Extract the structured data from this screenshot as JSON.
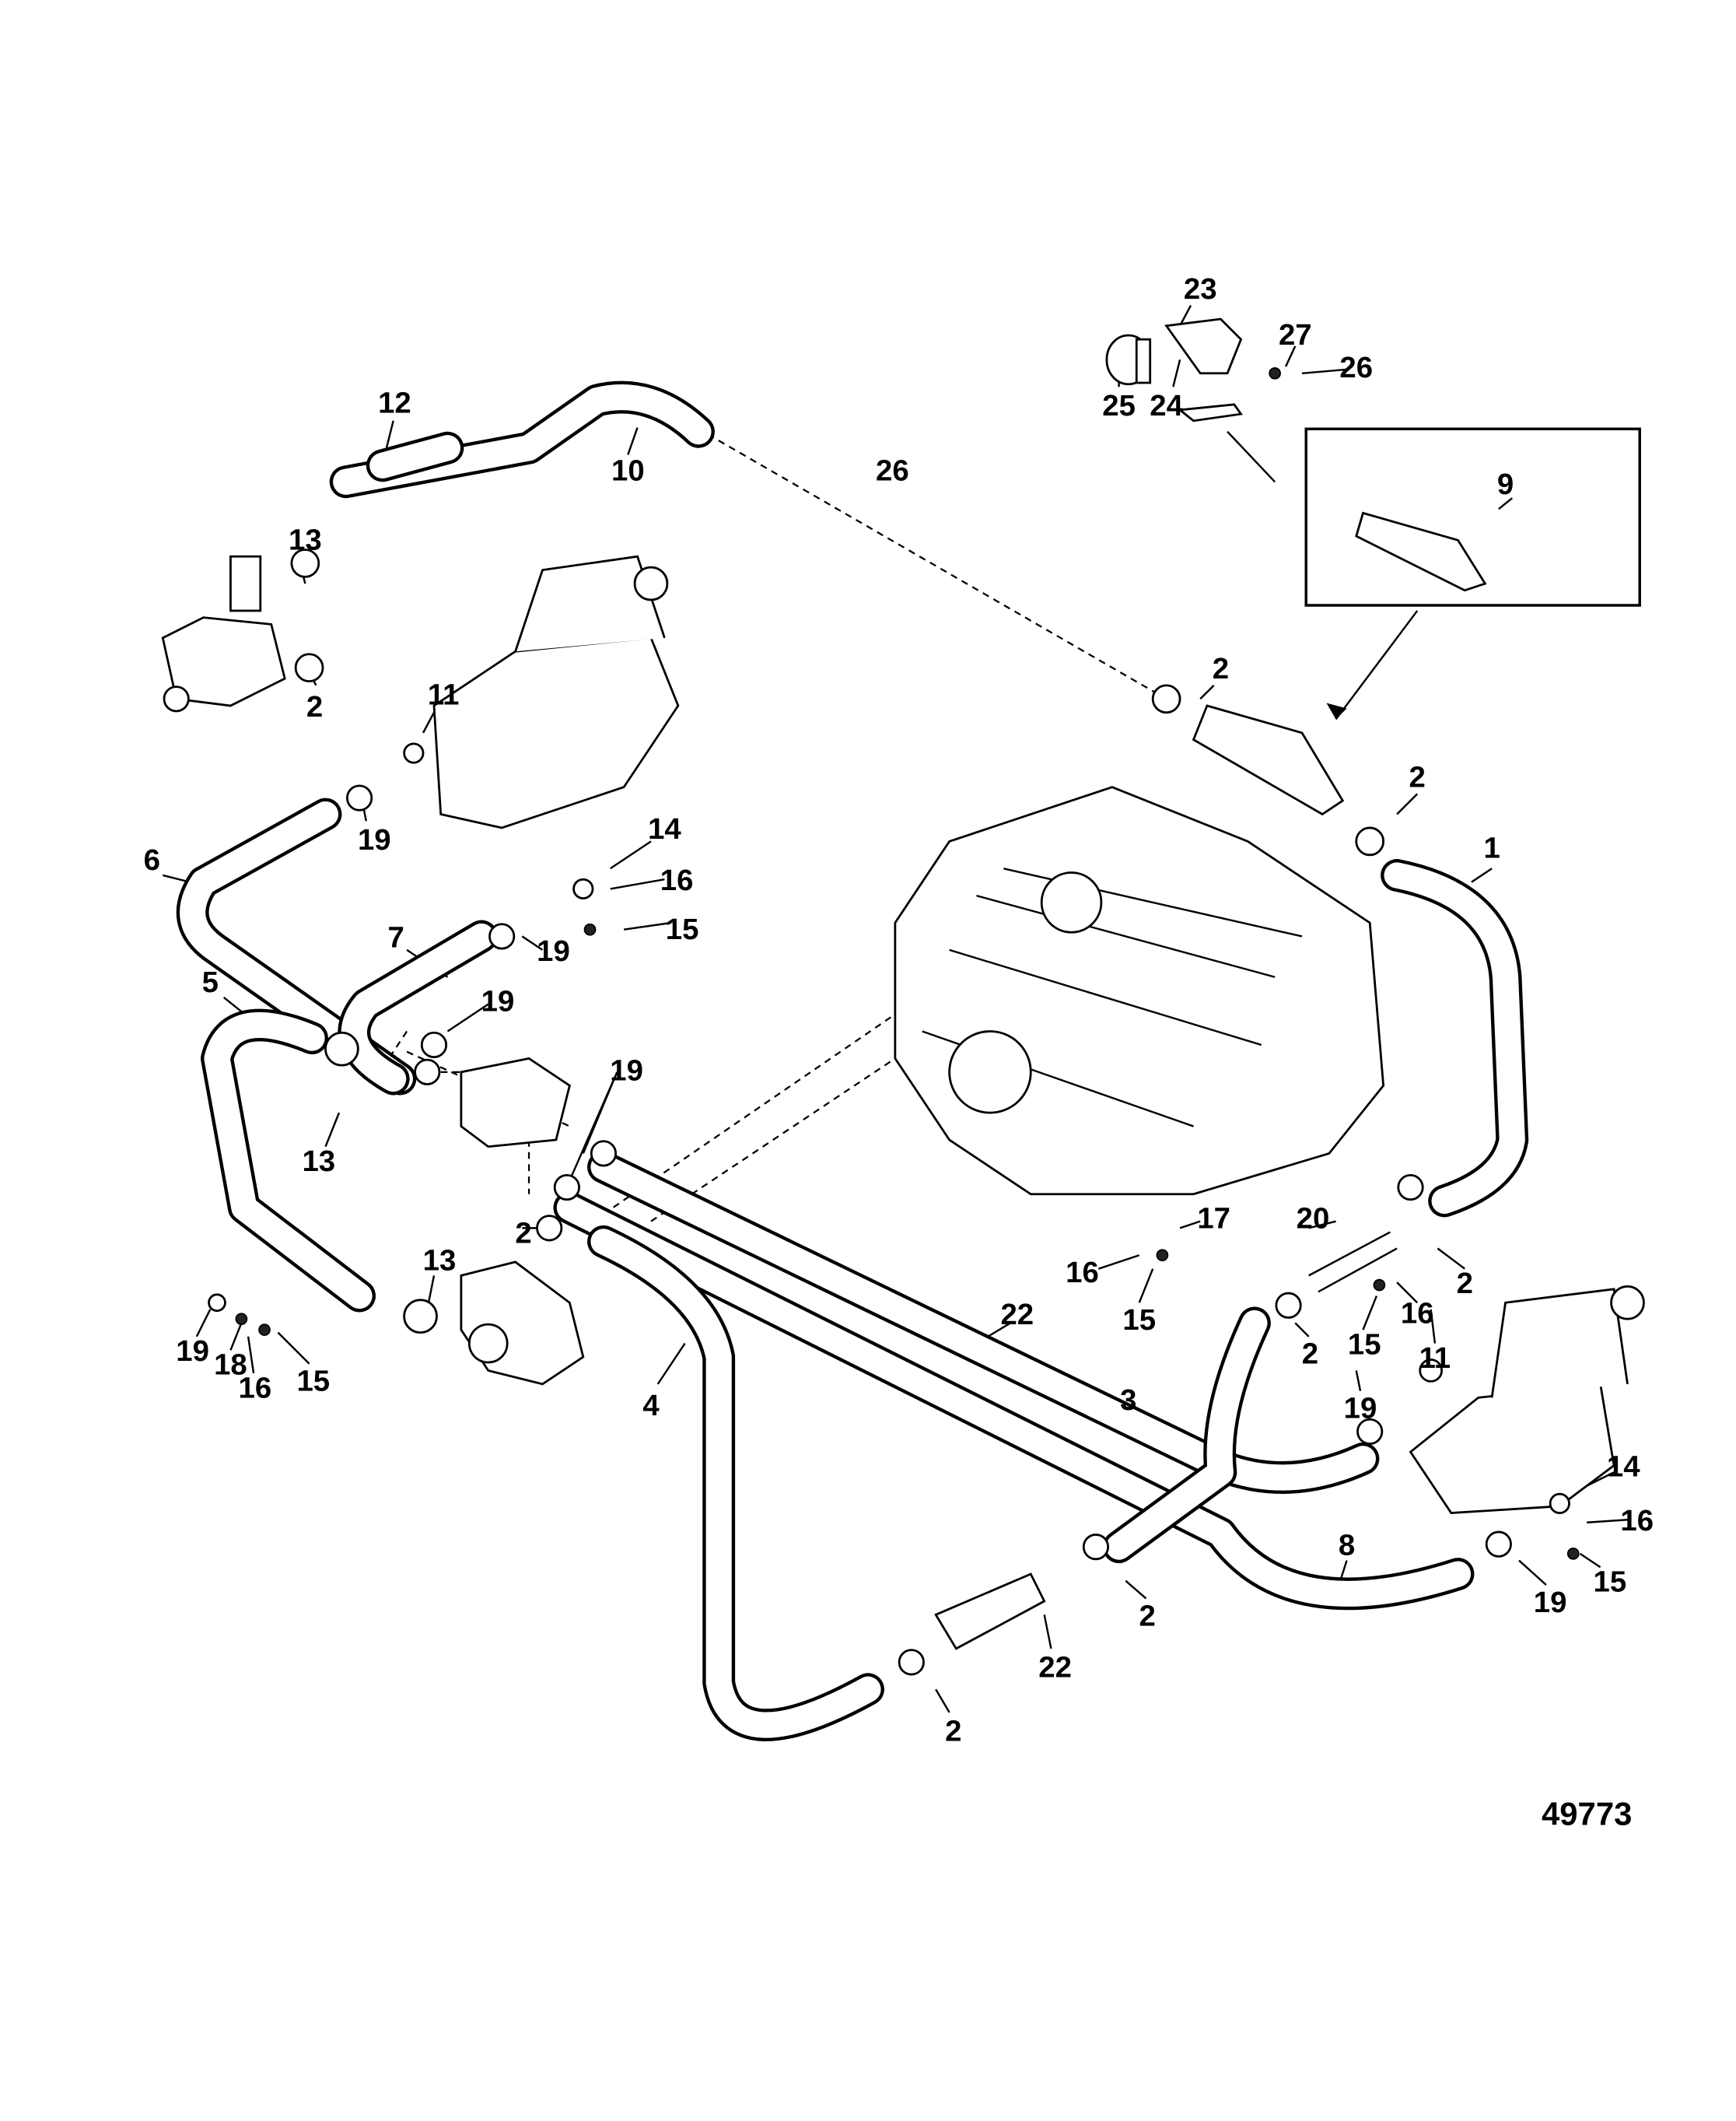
{
  "diagram": {
    "figure_number": "49773",
    "callouts": [
      "23",
      "27",
      "26",
      "25",
      "24",
      "12",
      "10",
      "26",
      "9",
      "13",
      "2",
      "11",
      "2",
      "2",
      "19",
      "6",
      "14",
      "16",
      "15",
      "1",
      "7",
      "19",
      "5",
      "19",
      "19",
      "13",
      "2",
      "17",
      "20",
      "16",
      "15",
      "2",
      "16",
      "15",
      "13",
      "19",
      "18",
      "16",
      "15",
      "22",
      "2",
      "11",
      "3",
      "4",
      "19",
      "14",
      "16",
      "15",
      "8",
      "19",
      "2",
      "22",
      "2"
    ]
  }
}
